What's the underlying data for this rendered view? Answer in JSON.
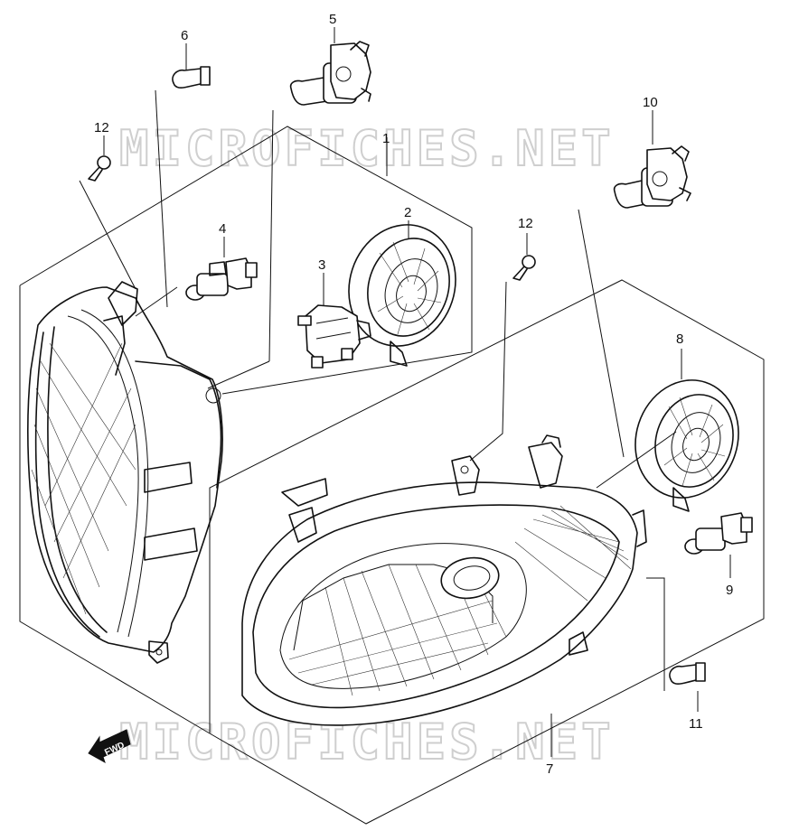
{
  "watermark": "MICROFICHES.NET",
  "forward_label": "FWD",
  "callouts": [
    "1",
    "2",
    "3",
    "4",
    "5",
    "6",
    "7",
    "8",
    "9",
    "10",
    "11",
    "12",
    "12"
  ],
  "colors": {
    "line": "#111111",
    "background": "#ffffff",
    "watermark": "#cfcfcf"
  },
  "icons": [
    "fwd-arrow-icon"
  ]
}
